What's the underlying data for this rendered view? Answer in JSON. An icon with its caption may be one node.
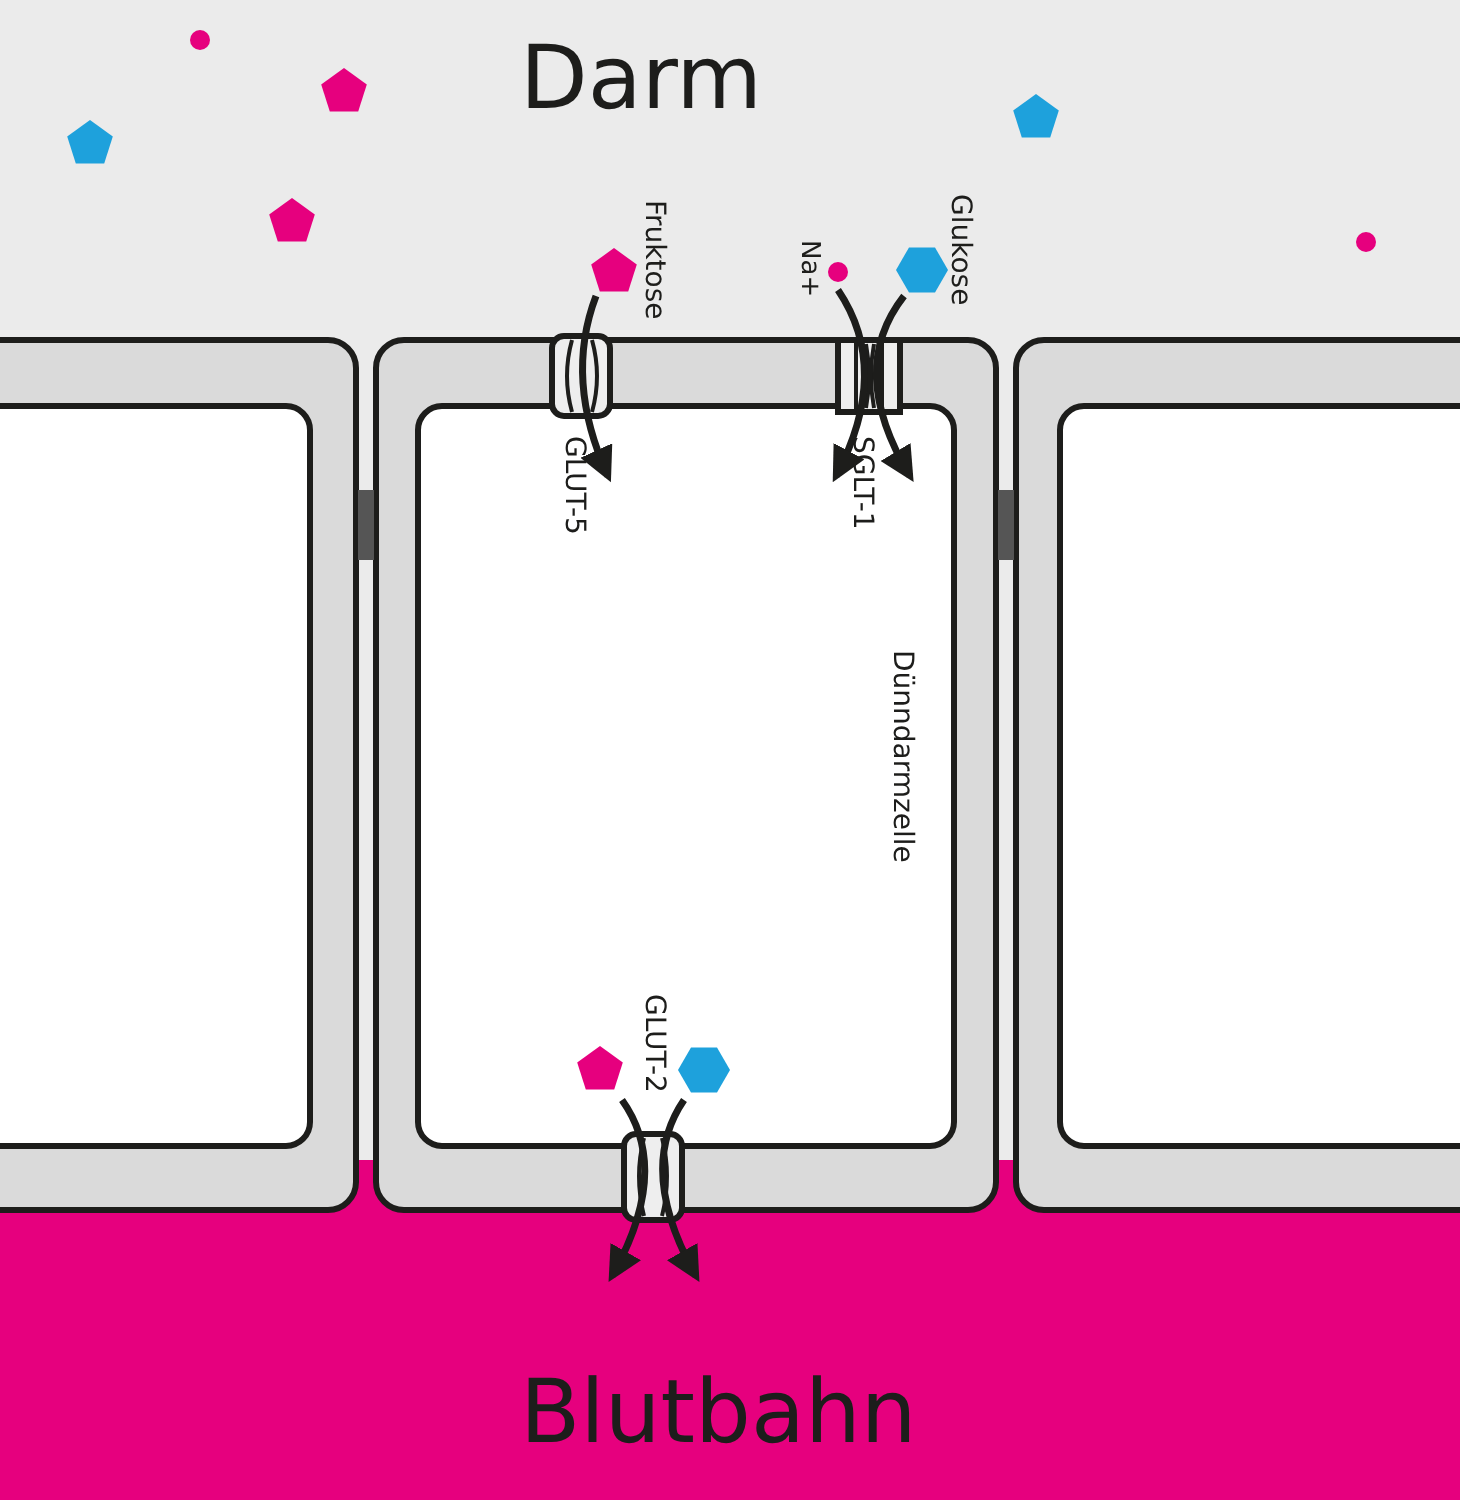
{
  "diagram": {
    "labels": [
      "Darm",
      "Fruktose",
      "Na+",
      "Glukose",
      "GLUT-5",
      "SGLT-1",
      "Dünndarmzelle",
      "GLUT-2",
      "Blutbahn"
    ]
  }
}
